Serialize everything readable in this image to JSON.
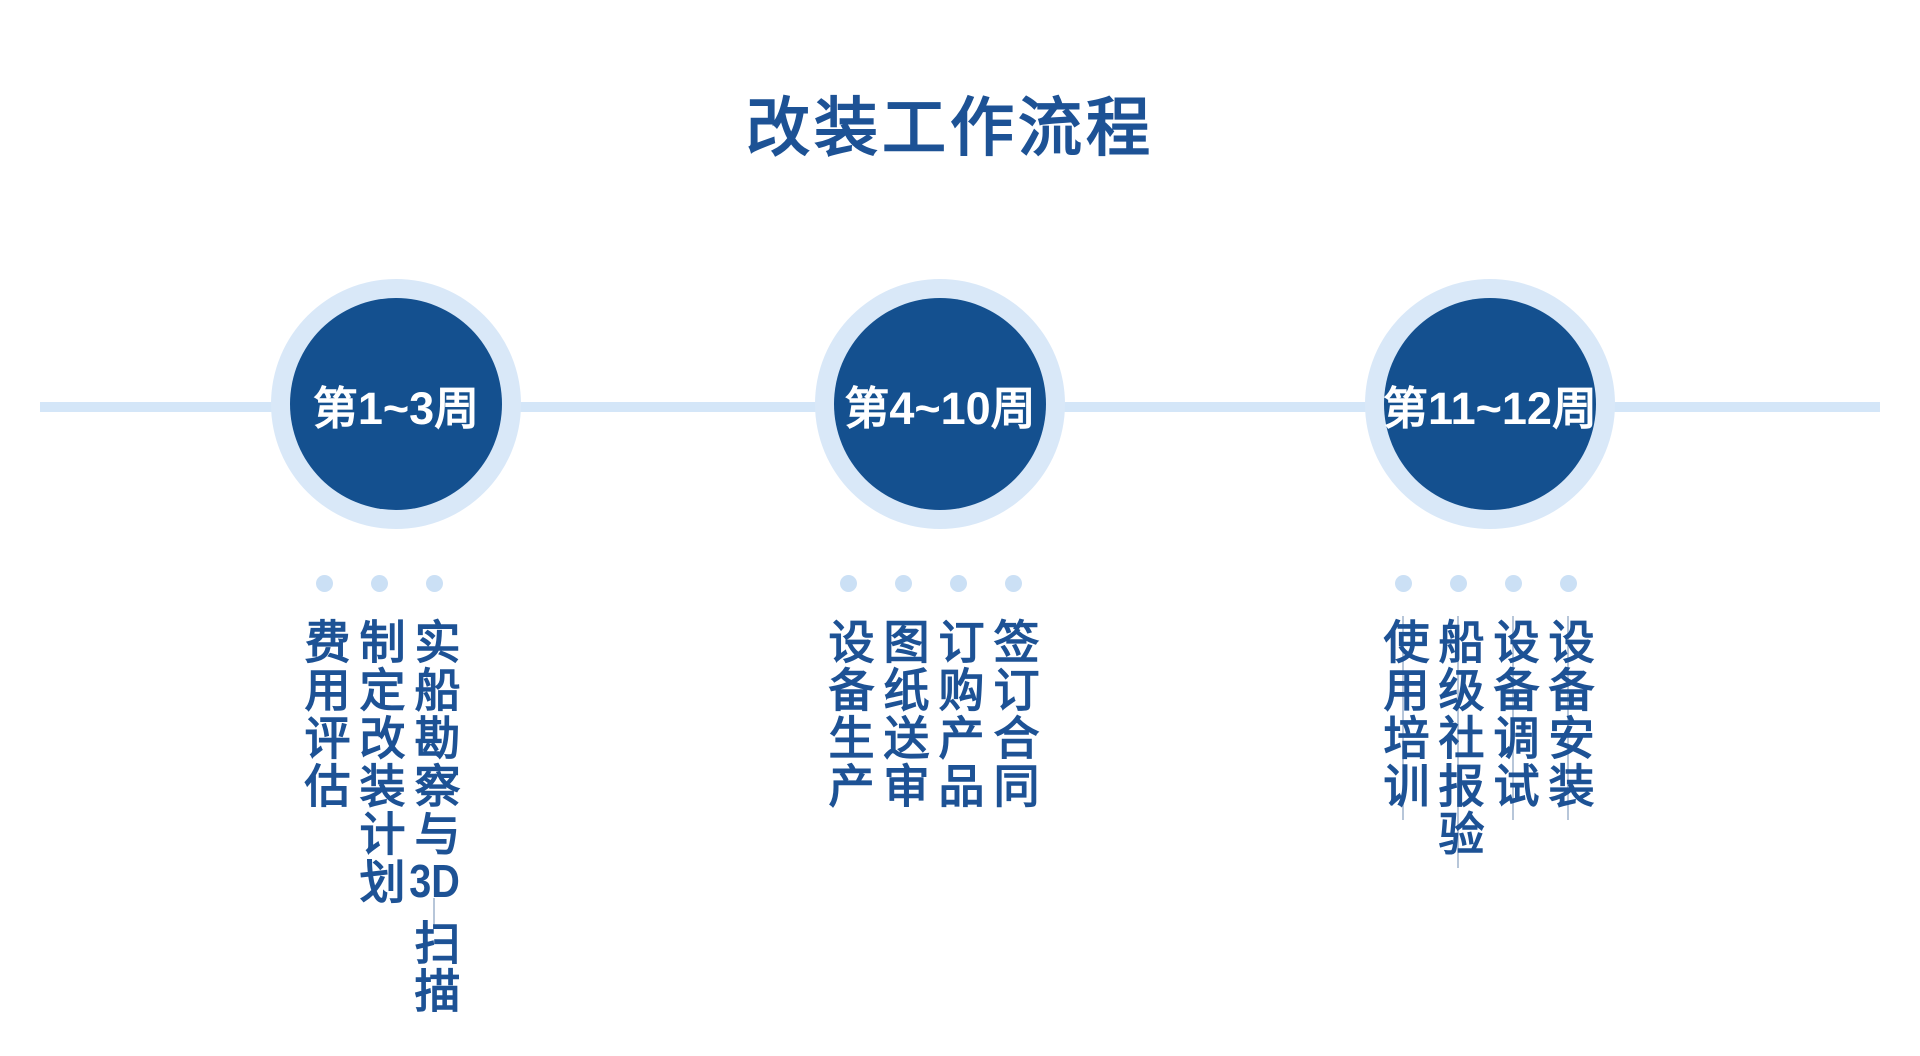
{
  "title": "改装工作流程",
  "colors": {
    "primary": "#14508F",
    "halo": "#D9E8F8",
    "timeline": "#D4E6F8",
    "dot": "#CBE0F5",
    "task-text": "#1D5295",
    "title-text": "#1D5295",
    "label-text": "#FFFFFF",
    "guide": "#9FB3CC"
  },
  "milestones": [
    {
      "label": "第1~3周",
      "tasks": [
        "实船勘察与3D 扫描",
        "制定改装计划",
        "费用评估"
      ]
    },
    {
      "label": "第4~10周",
      "tasks": [
        "签订合同",
        "订购产品",
        "图纸送审",
        "设备生产"
      ]
    },
    {
      "label": "第11~12周",
      "tasks": [
        "设备安装",
        "设备调试",
        "船级社报验",
        "使用培训"
      ]
    }
  ]
}
